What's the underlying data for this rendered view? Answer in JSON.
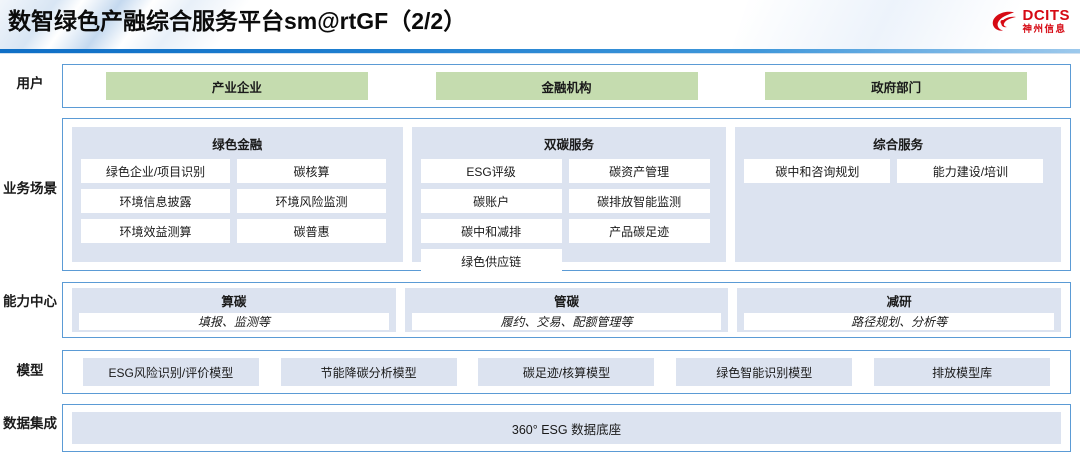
{
  "header": {
    "title": "数智绿色产融综合服务平台sm@rtGF（2/2）",
    "logo_en": "DCITS",
    "logo_cn": "神州信息",
    "accent_color": "#1f7fd0",
    "logo_color": "#d60a14"
  },
  "rows": {
    "user": {
      "label": "用户",
      "items": [
        "产业企业",
        "金融机构",
        "政府部门"
      ],
      "box_color": "#c5dcaf"
    },
    "business": {
      "label": "业务场景",
      "groups": [
        {
          "title": "绿色金融",
          "items": [
            "绿色企业/项目识别",
            "碳核算",
            "环境信息披露",
            "环境风险监测",
            "环境效益测算",
            "碳普惠"
          ]
        },
        {
          "title": "双碳服务",
          "items": [
            "ESG评级",
            "碳资产管理",
            "碳账户",
            "碳排放智能监测",
            "碳中和减排",
            "产品碳足迹",
            "绿色供应链"
          ]
        },
        {
          "title": "综合服务",
          "items": [
            "碳中和咨询规划",
            "能力建设/培训"
          ]
        }
      ],
      "group_bg": "#dce3f0"
    },
    "capability": {
      "label": "能力中心",
      "groups": [
        {
          "title": "算碳",
          "detail": "填报、监测等"
        },
        {
          "title": "管碳",
          "detail": "履约、交易、配额管理等"
        },
        {
          "title": "减研",
          "detail": "路径规划、分析等"
        }
      ]
    },
    "model": {
      "label": "模型",
      "items": [
        "ESG风险识别/评价模型",
        "节能降碳分析模型",
        "碳足迹/核算模型",
        "绿色智能识别模型",
        "排放模型库"
      ],
      "box_color": "#dce3f0"
    },
    "data": {
      "label": "数据集成",
      "text": "360° ESG 数据底座",
      "box_color": "#dce3f0"
    }
  }
}
